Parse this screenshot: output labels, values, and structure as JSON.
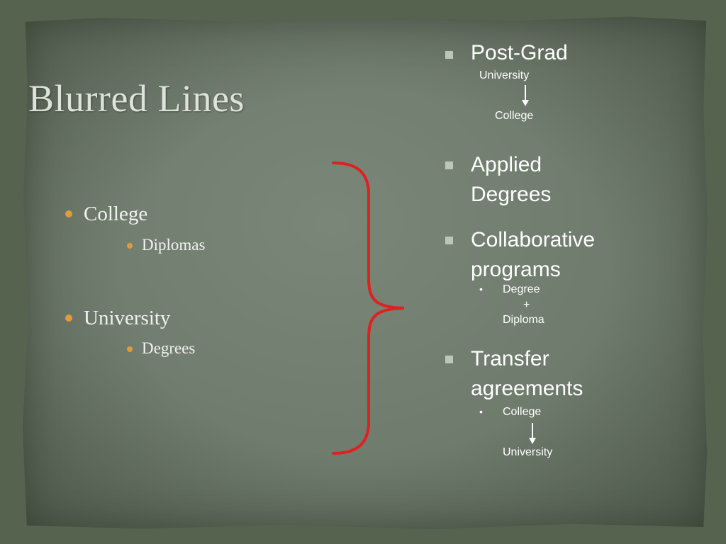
{
  "slide": {
    "title": "Blurred Lines",
    "left_list": [
      {
        "label": "College",
        "sub": "Diplomas"
      },
      {
        "label": "University",
        "sub": "Degrees"
      }
    ],
    "right_list": {
      "post_grad": {
        "label": "Post-Grad",
        "from": "University",
        "to": "College"
      },
      "applied": {
        "line1": "Applied",
        "line2": "Degrees"
      },
      "collab": {
        "line1": "Collaborative",
        "line2": "programs",
        "sub_bullet": "•",
        "sub1": "Degree",
        "plus": "+",
        "sub2": "Diploma"
      },
      "transfer": {
        "line1": "Transfer",
        "line2": "agreements",
        "sub_bullet": "•",
        "from": "College",
        "to": "University"
      }
    },
    "colors": {
      "background": "#56644f",
      "paper": "#737f70",
      "brace": "#e02020",
      "bullet_orange": "#e29a3c",
      "bullet_square": "#bcc7b7"
    }
  }
}
